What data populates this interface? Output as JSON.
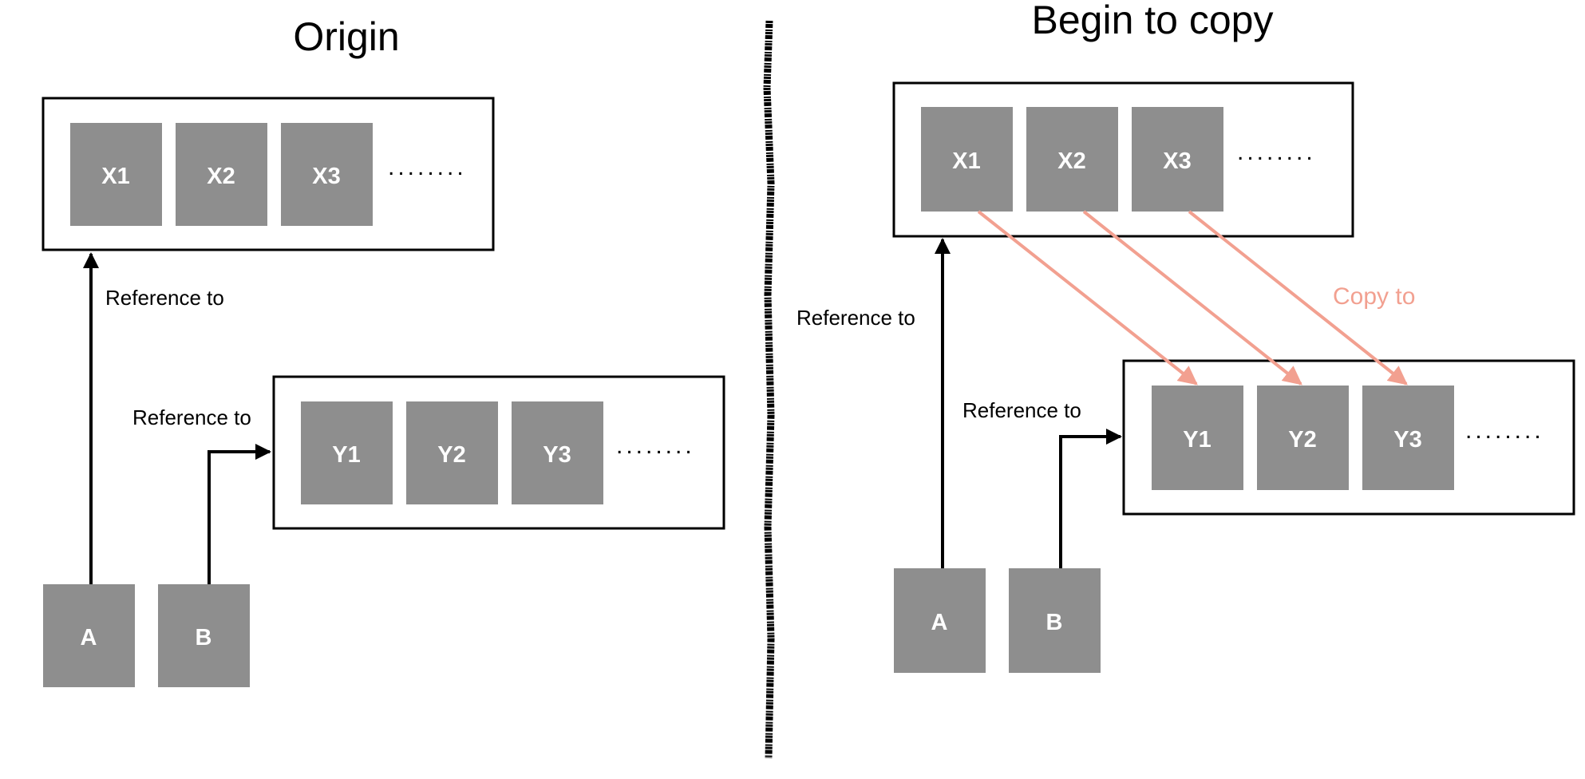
{
  "panels": {
    "origin": {
      "title": "Origin",
      "array_x": [
        "X1",
        "X2",
        "X3"
      ],
      "array_y": [
        "Y1",
        "Y2",
        "Y3"
      ],
      "ellipsis": "........",
      "ref_a_label": "Reference to",
      "ref_b_label": "Reference to",
      "var_a": "A",
      "var_b": "B"
    },
    "copy": {
      "title": "Begin to copy",
      "array_x": [
        "X1",
        "X2",
        "X3"
      ],
      "array_y": [
        "Y1",
        "Y2",
        "Y3"
      ],
      "ellipsis": "........",
      "ref_a_label": "Reference to",
      "ref_b_label": "Reference to",
      "copy_label": "Copy to",
      "var_a": "A",
      "var_b": "B"
    }
  },
  "colors": {
    "cell": "#8E8E8E",
    "copy_arrow": "#F2A090",
    "outline": "#000000"
  }
}
